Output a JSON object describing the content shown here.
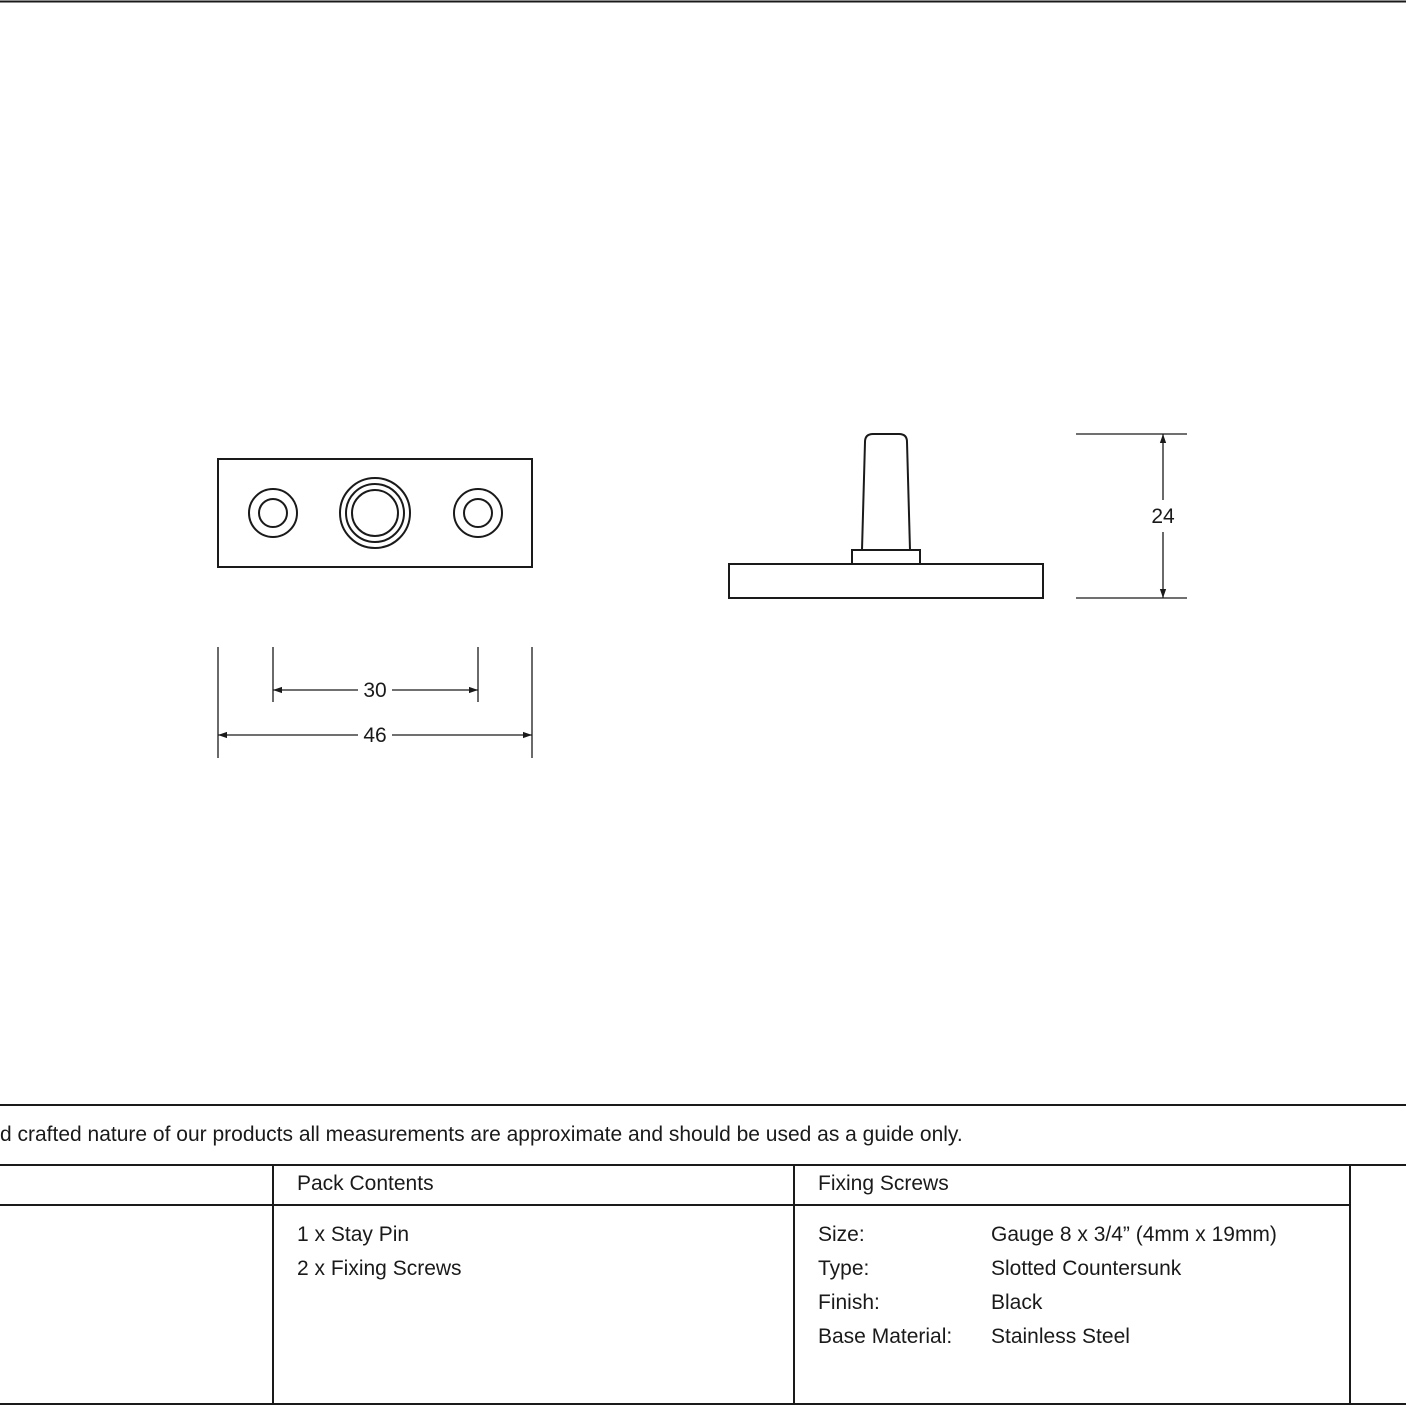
{
  "dimensions": {
    "hole_spacing": "30",
    "plate_width": "46",
    "overall_height": "24"
  },
  "disclaimer": "d crafted nature of our products all measurements are approximate and should be used as a guide only.",
  "pack_contents": {
    "header": "Pack Contents",
    "items": [
      "1 x Stay Pin",
      "2 x Fixing Screws"
    ]
  },
  "fixing_screws": {
    "header": "Fixing Screws",
    "rows": [
      {
        "label": "Size:",
        "value": "Gauge 8 x 3/4” (4mm x 19mm)"
      },
      {
        "label": "Type:",
        "value": "Slotted Countersunk"
      },
      {
        "label": "Finish:",
        "value": "Black"
      },
      {
        "label": "Base Material:",
        "value": "Stainless Steel"
      }
    ]
  },
  "colors": {
    "line": "#1a1a1a",
    "background": "#ffffff"
  }
}
